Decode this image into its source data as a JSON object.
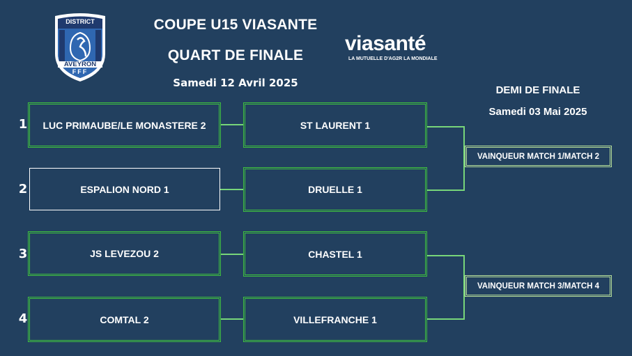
{
  "header": {
    "title_line1": "COUPE U15 VIASANTE",
    "title_line2": "QUART DE FINALE",
    "date": "Samedi 12 Avril 2025"
  },
  "district_logo": {
    "top_text": "DISTRICT",
    "bottom_text": "AVEYRON",
    "fff_text": "FFF"
  },
  "sponsor": {
    "name": "viasanté",
    "tagline": "LA MUTUELLE D'AG2R LA MONDIALE"
  },
  "semi": {
    "title": "DEMI DE FINALE",
    "date": "Samedi 03 Mai 2025",
    "match1": "VAINQUEUR MATCH 1/MATCH 2",
    "match2": "VAINQUEUR MATCH 3/MATCH 4"
  },
  "matches": [
    {
      "number": "1",
      "home": "LUC PRIMAUBE/LE MONASTERE 2",
      "away": "ST LAURENT 1"
    },
    {
      "number": "2",
      "home": "ESPALION NORD 1",
      "away": "DRUELLE 1"
    },
    {
      "number": "3",
      "home": "JS LEVEZOU 2",
      "away": "CHASTEL 1"
    },
    {
      "number": "4",
      "home": "COMTAL 2",
      "away": "VILLEFRANCHE 1"
    }
  ]
}
